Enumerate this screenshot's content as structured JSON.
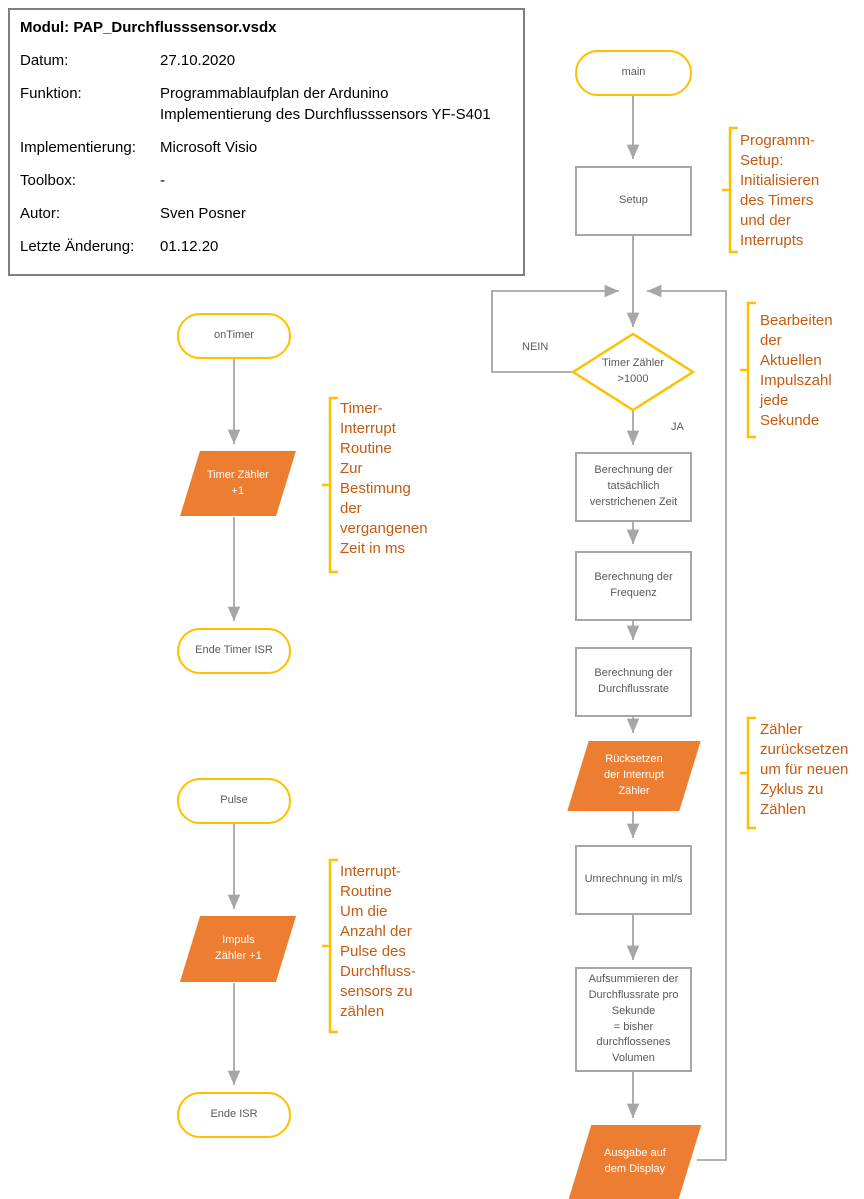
{
  "info_box": {
    "title": "Modul: PAP_Durchflusssensor.vsdx",
    "rows": [
      {
        "label": "Datum:",
        "value": "27.10.2020"
      },
      {
        "label": "Funktion:",
        "value": "Programmablaufplan der Ardunino\nImplementierung des Durchflusssensors YF-S401"
      },
      {
        "label": "Implementierung:",
        "value": "Microsoft Visio"
      },
      {
        "label": "Toolbox:",
        "value": "-"
      },
      {
        "label": "Autor:",
        "value": "Sven Posner"
      },
      {
        "label": "Letzte Änderung:",
        "value": "01.12.20"
      }
    ]
  },
  "timer_flow": {
    "start": "onTimer",
    "process": "Timer Zähler\n+1",
    "end": "Ende Timer ISR",
    "annotation": "Timer-\nInterrupt\nRoutine\nZur\nBestimung\nder\nvergangenen\nZeit in ms"
  },
  "pulse_flow": {
    "start": "Pulse",
    "process": "Impuls\nZähler +1",
    "end": "Ende ISR",
    "annotation": "Interrupt-\nRoutine\nUm die\nAnzahl der\nPulse des\nDurchfluss-\nsensors zu\nzählen"
  },
  "main_flow": {
    "start": "main",
    "setup": "Setup",
    "setup_annotation": "Programm-\nSetup:\nInitialisieren\ndes Timers\nund der\nInterrupts",
    "decision": "Timer Zähler\n>1000",
    "decision_annotation": "Bearbeiten\nder\nAktuellen\nImpulszahl\njede\nSekunde",
    "label_nein": "NEIN",
    "label_ja": "JA",
    "calc_time": "Berechnung der\ntatsächlich\nverstrichenen Zeit",
    "calc_freq": "Berechnung der\nFrequenz",
    "calc_rate": "Berechnung der\nDurchflussrate",
    "reset": "Rücksetzen\nder Interrupt\nZähler",
    "reset_annotation": "Zähler\nzurücksetzen\num für neuen\nZyklus zu\nZählen",
    "convert": "Umrechnung in ml/s",
    "sum": "Aufsummieren der\nDurchflussrate pro\nSekunde\n= bisher\ndurchflossenes\nVolumen",
    "output": "Ausgabe auf\ndem Display"
  },
  "colors": {
    "accent_gold": "#FFC000",
    "accent_orange": "#ED7D31",
    "connector_gray": "#A6A6A6",
    "annotation_text": "#C55A11"
  }
}
